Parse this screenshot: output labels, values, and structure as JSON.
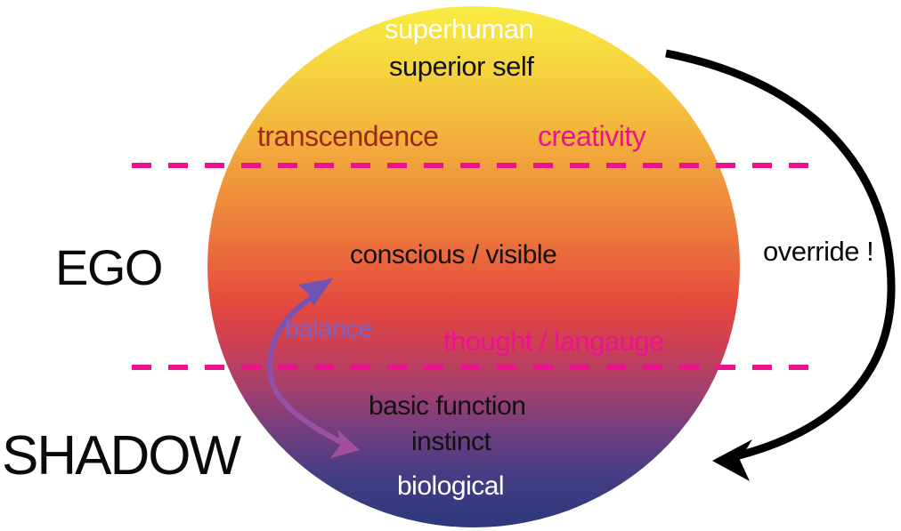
{
  "diagram": {
    "left_labels": {
      "ego": "EGO",
      "shadow": "SHADOW"
    },
    "right_labels": {
      "override": "override !"
    },
    "circle": {
      "top_zone": {
        "superhuman": "superhuman",
        "superior_self": "superior self",
        "transcendence": "transcendence",
        "creativity": "creativity"
      },
      "middle_zone": {
        "conscious_visible": "conscious / visible",
        "balance": "balance",
        "thought_language": "thought / langauge"
      },
      "bottom_zone": {
        "basic_function": "basic function",
        "instinct": "instinct",
        "biological": "biological"
      }
    },
    "colors": {
      "divider_dash_magenta": "#ec128e",
      "transcendence_text": "#9a2a20",
      "creativity_text": "#ec128e",
      "thought_language_text": "#ec128e",
      "balance_text": "#7a63c8",
      "balance_arrow_top": "#7152b5",
      "balance_arrow_bottom": "#a44f9e",
      "override_arrow": "#000000",
      "circle_gradient_top": "#f8ec42",
      "circle_gradient_middle": "#e3473f",
      "circle_gradient_bottom": "#2c3a7c"
    }
  }
}
